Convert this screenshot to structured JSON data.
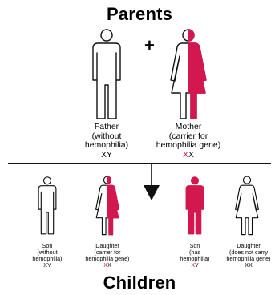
{
  "title_top": "Parents",
  "title_bottom": "Children",
  "plus": "+",
  "colors": {
    "carrier": "#d3174f",
    "outline": "#111111"
  },
  "parents": {
    "father": {
      "lines": [
        "Father",
        "(without",
        "hemophilia)"
      ],
      "chromosomes": "XY"
    },
    "mother": {
      "lines": [
        "Mother",
        "(carrier for",
        "hemophilia gene)"
      ],
      "chromosomes": [
        {
          "letter": "X",
          "highlight": true
        },
        {
          "letter": "X",
          "highlight": false
        }
      ]
    }
  },
  "children": [
    {
      "key": "son_healthy",
      "lines": [
        "Son",
        "(without",
        "hemophilia)"
      ],
      "chromosomes": [
        {
          "letter": "X",
          "highlight": false
        },
        {
          "letter": "Y",
          "highlight": false
        }
      ]
    },
    {
      "key": "daughter_carrier",
      "lines": [
        "Daughter",
        "(carrier for",
        "hemophilia gene)"
      ],
      "chromosomes": [
        {
          "letter": "X",
          "highlight": true
        },
        {
          "letter": "X",
          "highlight": false
        }
      ]
    },
    {
      "key": "son_hemophilia",
      "lines": [
        "Son",
        "(has",
        "hemophilia)"
      ],
      "chromosomes": [
        {
          "letter": "X",
          "highlight": true
        },
        {
          "letter": "Y",
          "highlight": false
        }
      ]
    },
    {
      "key": "daughter_healthy",
      "lines": [
        "Daughter",
        "(does not carry",
        "hemophilia gene)"
      ],
      "chromosomes": [
        {
          "letter": "X",
          "highlight": false
        },
        {
          "letter": "X",
          "highlight": false
        }
      ]
    }
  ]
}
